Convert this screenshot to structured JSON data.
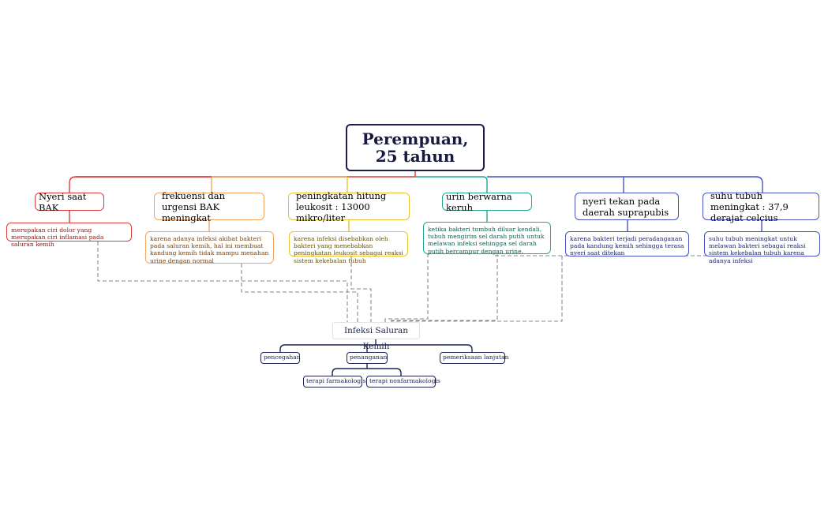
{
  "root": {
    "label": "Perempuan, 25 tahun"
  },
  "branches": [
    {
      "label": "Nyeri saat BAK",
      "description": "merupakan ciri dolor yang merupakan ciri inflamasi pada saluran kemih",
      "color": "#e23b3b"
    },
    {
      "label": "frekuensi dan urgensi BAK meningkat",
      "description": "karena adanya infeksi akibat bakteri pada saluran kemih, hal ini membuat kandung kemih tidak mampu menahan urine dengan normal",
      "color": "#f2a560"
    },
    {
      "label": "peningkatan hitung leukosit : 13000 mikro/liter",
      "description": "karena infeksi disebabkan oleh bakteri yang menebabkan peningkatan leukosit sebagai reaksi sistem kekebalan tubuh",
      "color": "#e6c531"
    },
    {
      "label": "urin berwarna keruh",
      "description": "ketika bakteri tumbuh diluar kendali, tubuh mengirim sel darah putih untuk melawan infeksi sehingga sel darah putih bercampur dengan urine.",
      "color": "#21a98d"
    },
    {
      "label": "nyeri tekan pada daerah suprapubis",
      "description": "karena bakteri terjadi peradanganan pada kandung kemih sehingga terasa nyeri saat ditekan",
      "color": "#4752c4"
    },
    {
      "label": "suhu tubuh meningkat : 37,9 derajat celcius",
      "description": "suhu tubuh meningkat untuk melawan bakteri sebagai reaksi sistem kekebalan tubuh karena adanya infeksi",
      "color": "#4752c4"
    }
  ],
  "center": {
    "label": "Infeksi Saluran Kemih",
    "children": {
      "pencegahan": "pencegahan",
      "penanganan": "penanganan",
      "pemeriksaan": "pemeriksaan lanjutan"
    },
    "grandchildren": {
      "farmakologis": "terapi farmakologis",
      "nonfarmakologis": "terapi nonfarmakologis"
    }
  }
}
